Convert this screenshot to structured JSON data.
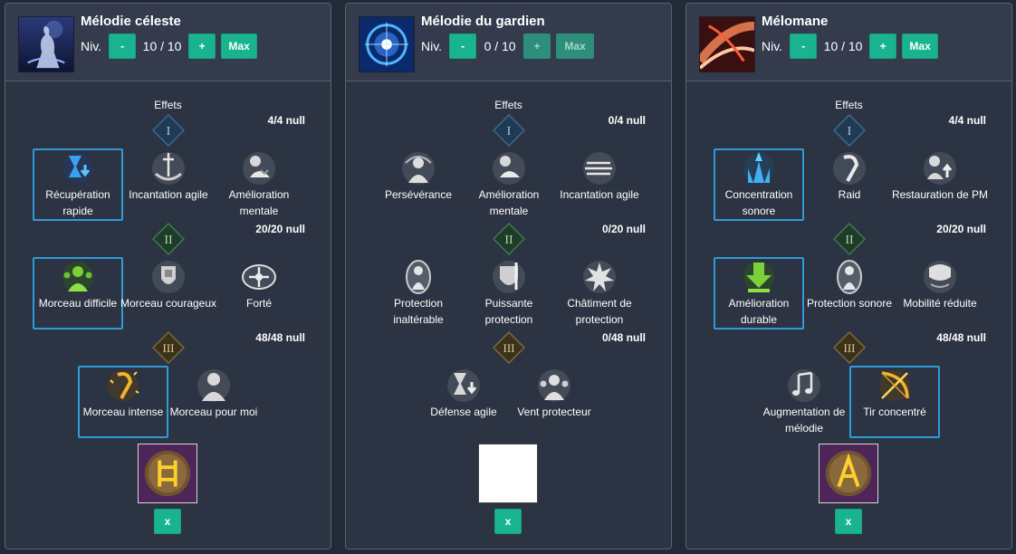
{
  "panels": [
    {
      "title": "Mélodie céleste",
      "niv_label": "Niv.",
      "level": "10 / 10",
      "minus": "-",
      "plus": "+",
      "max": "Max",
      "effects": "Effets",
      "counts": [
        "4/4 null",
        "20/20 null",
        "48/48 null"
      ],
      "tiers": [
        "I",
        "II",
        "III"
      ],
      "rows": [
        [
          "Récupération rapide",
          "Incantation agile",
          "Amélioration mentale"
        ],
        [
          "Morceau difficile",
          "Morceau courageux",
          "Forté"
        ],
        [
          "Morceau intense",
          "Morceau pour moi"
        ]
      ],
      "x": "x"
    },
    {
      "title": "Mélodie du gardien",
      "niv_label": "Niv.",
      "level": "0 / 10",
      "minus": "-",
      "plus": "+",
      "max": "Max",
      "effects": "Effets",
      "counts": [
        "0/4 null",
        "0/20 null",
        "0/48 null"
      ],
      "tiers": [
        "I",
        "II",
        "III"
      ],
      "rows": [
        [
          "Persévérance",
          "Amélioration mentale",
          "Incantation agile"
        ],
        [
          "Protection inaltérable",
          "Puissante protection",
          "Châtiment de protection"
        ],
        [
          "Défense agile",
          "Vent protecteur"
        ]
      ],
      "x": "x"
    },
    {
      "title": "Mélomane",
      "niv_label": "Niv.",
      "level": "10 / 10",
      "minus": "-",
      "plus": "+",
      "max": "Max",
      "effects": "Effets",
      "counts": [
        "4/4 null",
        "20/20 null",
        "48/48 null"
      ],
      "tiers": [
        "I",
        "II",
        "III"
      ],
      "rows": [
        [
          "Concentration sonore",
          "Raid",
          "Restauration de PM"
        ],
        [
          "Amélioration durable",
          "Protection sonore",
          "Mobilité réduite"
        ],
        [
          "Augmentation de mélodie",
          "Tir concentré"
        ]
      ],
      "x": "x"
    }
  ]
}
